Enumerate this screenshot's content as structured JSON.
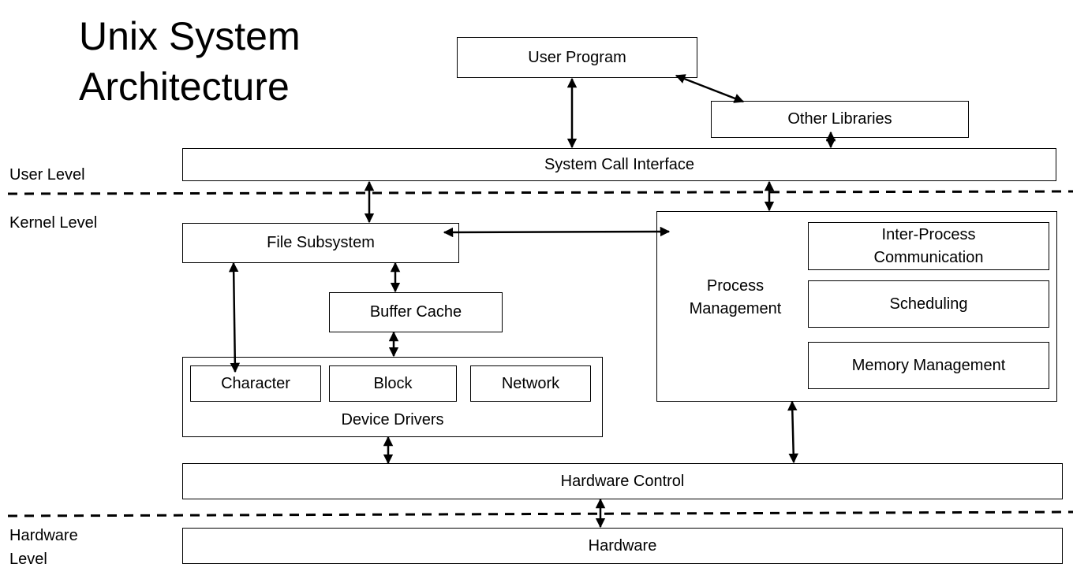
{
  "title": {
    "line1": "Unix System",
    "line2": "Architecture"
  },
  "levels": {
    "user": "User Level",
    "kernel": "Kernel Level",
    "hardware_line1": "Hardware",
    "hardware_line2": "Level"
  },
  "boxes": {
    "user_program": "User Program",
    "other_libraries": "Other Libraries",
    "system_call_interface": "System Call Interface",
    "file_subsystem": "File Subsystem",
    "buffer_cache": "Buffer Cache",
    "character": "Character",
    "block": "Block",
    "network": "Network",
    "device_drivers": "Device Drivers",
    "process_management_line1": "Process",
    "process_management_line2": "Management",
    "ipc_line1": "Inter-Process",
    "ipc_line2": "Communication",
    "scheduling": "Scheduling",
    "memory_management": "Memory Management",
    "hardware_control": "Hardware Control",
    "hardware": "Hardware"
  }
}
